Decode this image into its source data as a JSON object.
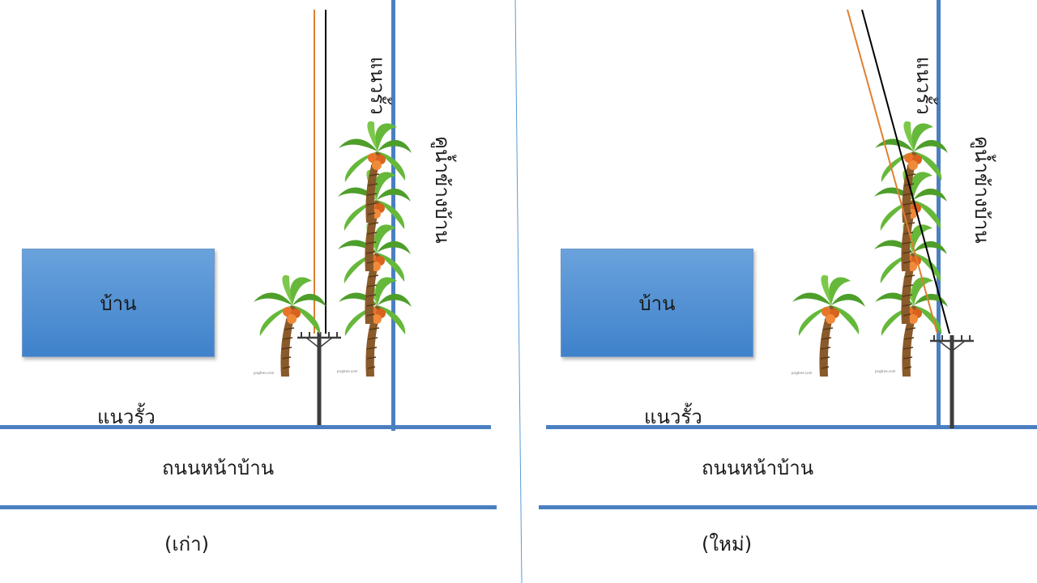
{
  "left_panel": {
    "house_label": "บ้าน",
    "fence_bottom_label": "แนวรั้ว",
    "fence_side_label": "แนวรั้ว",
    "ditch_label": "คูน้ำข้างบ้าน",
    "road_label": "ถนนหน้าบ้าน",
    "caption": "(เก่า)",
    "tree_credit": "pngtree.com"
  },
  "right_panel": {
    "house_label": "บ้าน",
    "fence_bottom_label": "แนวรั้ว",
    "fence_side_label": "แนวรั้ว",
    "ditch_label": "คูน้ำข้างบ้าน",
    "road_label": "ถนนหน้าบ้าน",
    "caption": "(ใหม่)",
    "tree_credit": "pngtree.com"
  },
  "colors": {
    "fence_line": "#4a7fc1",
    "house_fill": "#4f8fd3",
    "wire_black": "#000000",
    "wire_orange": "#e07f2f",
    "pole": "#3d3d3d",
    "palm_leaf": "#5cb030",
    "palm_trunk": "#8a5a2b",
    "coconut": "#e8742a"
  }
}
